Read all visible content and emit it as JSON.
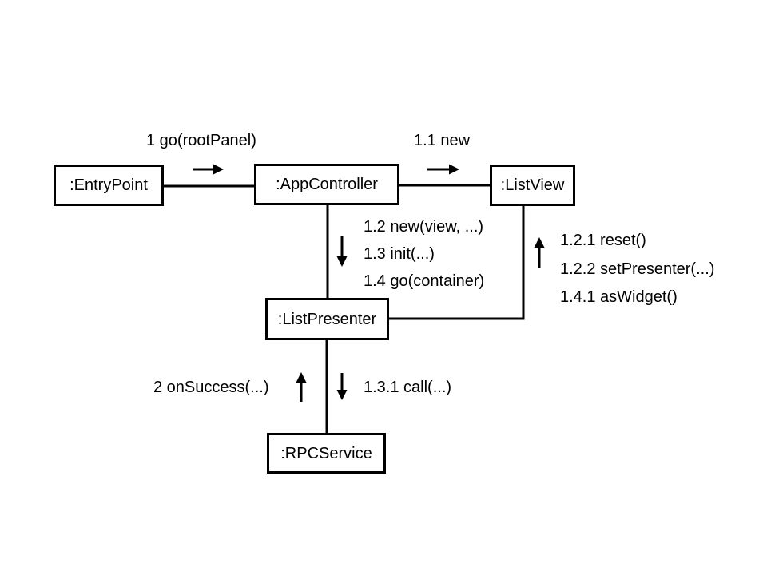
{
  "diagram": {
    "kind": "uml-communication-diagram",
    "colors": {
      "background": "#ffffff",
      "stroke": "#000000",
      "text": "#000000"
    }
  },
  "nodes": {
    "entrypoint": {
      "label": ":EntryPoint"
    },
    "appcontroller": {
      "label": ":AppController"
    },
    "listview": {
      "label": ":ListView"
    },
    "listpresenter": {
      "label": ":ListPresenter"
    },
    "rpcservice": {
      "label": ":RPCService"
    }
  },
  "messages": {
    "m1": {
      "label": "1 go(rootPanel)",
      "from": ":EntryPoint",
      "to": ":AppController",
      "direction": "right"
    },
    "m1_1": {
      "label": "1.1 new",
      "from": ":AppController",
      "to": ":ListView",
      "direction": "right"
    },
    "m1_2": {
      "label": "1.2 new(view, ...)",
      "from": ":AppController",
      "to": ":ListPresenter",
      "direction": "down"
    },
    "m1_3": {
      "label": "1.3 init(...)",
      "from": ":AppController",
      "to": ":ListPresenter",
      "direction": "down"
    },
    "m1_4": {
      "label": "1.4 go(container)",
      "from": ":AppController",
      "to": ":ListPresenter",
      "direction": "down"
    },
    "m1_2_1": {
      "label": "1.2.1 reset()",
      "from": ":ListPresenter",
      "to": ":ListView",
      "direction": "up"
    },
    "m1_2_2": {
      "label": "1.2.2 setPresenter(...)",
      "from": ":ListPresenter",
      "to": ":ListView",
      "direction": "up"
    },
    "m1_4_1": {
      "label": "1.4.1 asWidget()",
      "from": ":ListPresenter",
      "to": ":ListView",
      "direction": "up"
    },
    "m2": {
      "label": "2 onSuccess(...)",
      "from": ":RPCService",
      "to": ":ListPresenter",
      "direction": "up"
    },
    "m1_3_1": {
      "label": "1.3.1 call(...)",
      "from": ":ListPresenter",
      "to": ":RPCService",
      "direction": "down"
    }
  }
}
